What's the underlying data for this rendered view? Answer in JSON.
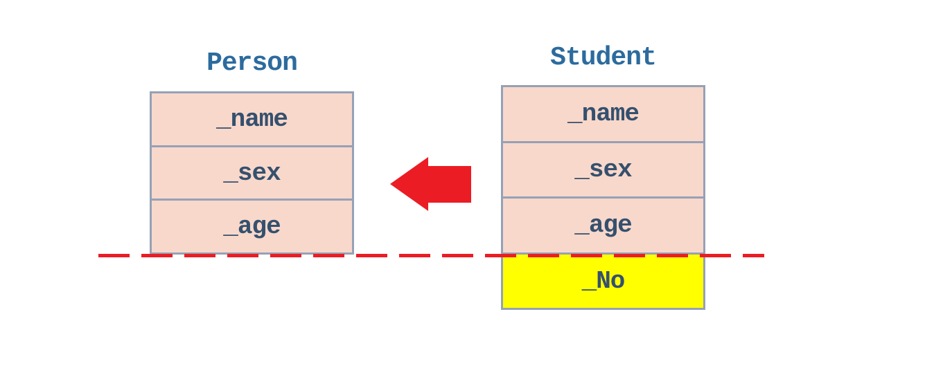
{
  "diagram": {
    "description": "Class inheritance diagram: Student derives from Person; arrow points from Student to Person; dashed line marks the inherited-member boundary",
    "colors": {
      "title_text": "#2c6b9e",
      "field_text": "#35506e",
      "box_fill": "#f8d8cb",
      "box_border": "#95a1b6",
      "highlight_fill": "#ffff00",
      "accent_red": "#ec1c24"
    },
    "classes": [
      {
        "name": "Person",
        "fields": [
          {
            "label": "_name",
            "highlighted": false
          },
          {
            "label": "_sex",
            "highlighted": false
          },
          {
            "label": "_age",
            "highlighted": false
          }
        ]
      },
      {
        "name": "Student",
        "fields": [
          {
            "label": "_name",
            "highlighted": false
          },
          {
            "label": "_sex",
            "highlighted": false
          },
          {
            "label": "_age",
            "highlighted": false
          },
          {
            "label": "_No",
            "highlighted": true
          }
        ]
      }
    ],
    "arrow": {
      "icon": "left-arrow-icon",
      "direction": "left",
      "color": "#ec1c24"
    },
    "cut_line": {
      "style": "dashed",
      "orientation": "horizontal",
      "color": "#ec1c24"
    }
  }
}
